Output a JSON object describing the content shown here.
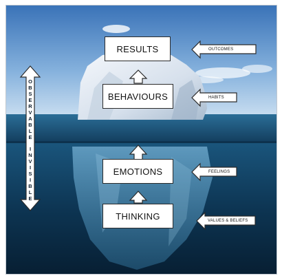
{
  "stages": [
    {
      "key": "results",
      "label": "RESULTS",
      "side": "OUTCOMES"
    },
    {
      "key": "behaviours",
      "label": "BEHAVIOURS",
      "side": "HABITS"
    },
    {
      "key": "emotions",
      "label": "EMOTIONS",
      "side": "FEELINGS"
    },
    {
      "key": "thinking",
      "label": "THINKING",
      "side": "VALUES & BELIEFS"
    }
  ],
  "scale": {
    "top_label": "OBSERVABLE",
    "bottom_label": "INVISIBLE"
  },
  "colors": {
    "sky_top": "#3f7cbf",
    "sky_bottom": "#bcd6ee",
    "sea_surface": "#1b5a86",
    "deep_water": "#0a2a44",
    "ice": "#e8eef6"
  }
}
